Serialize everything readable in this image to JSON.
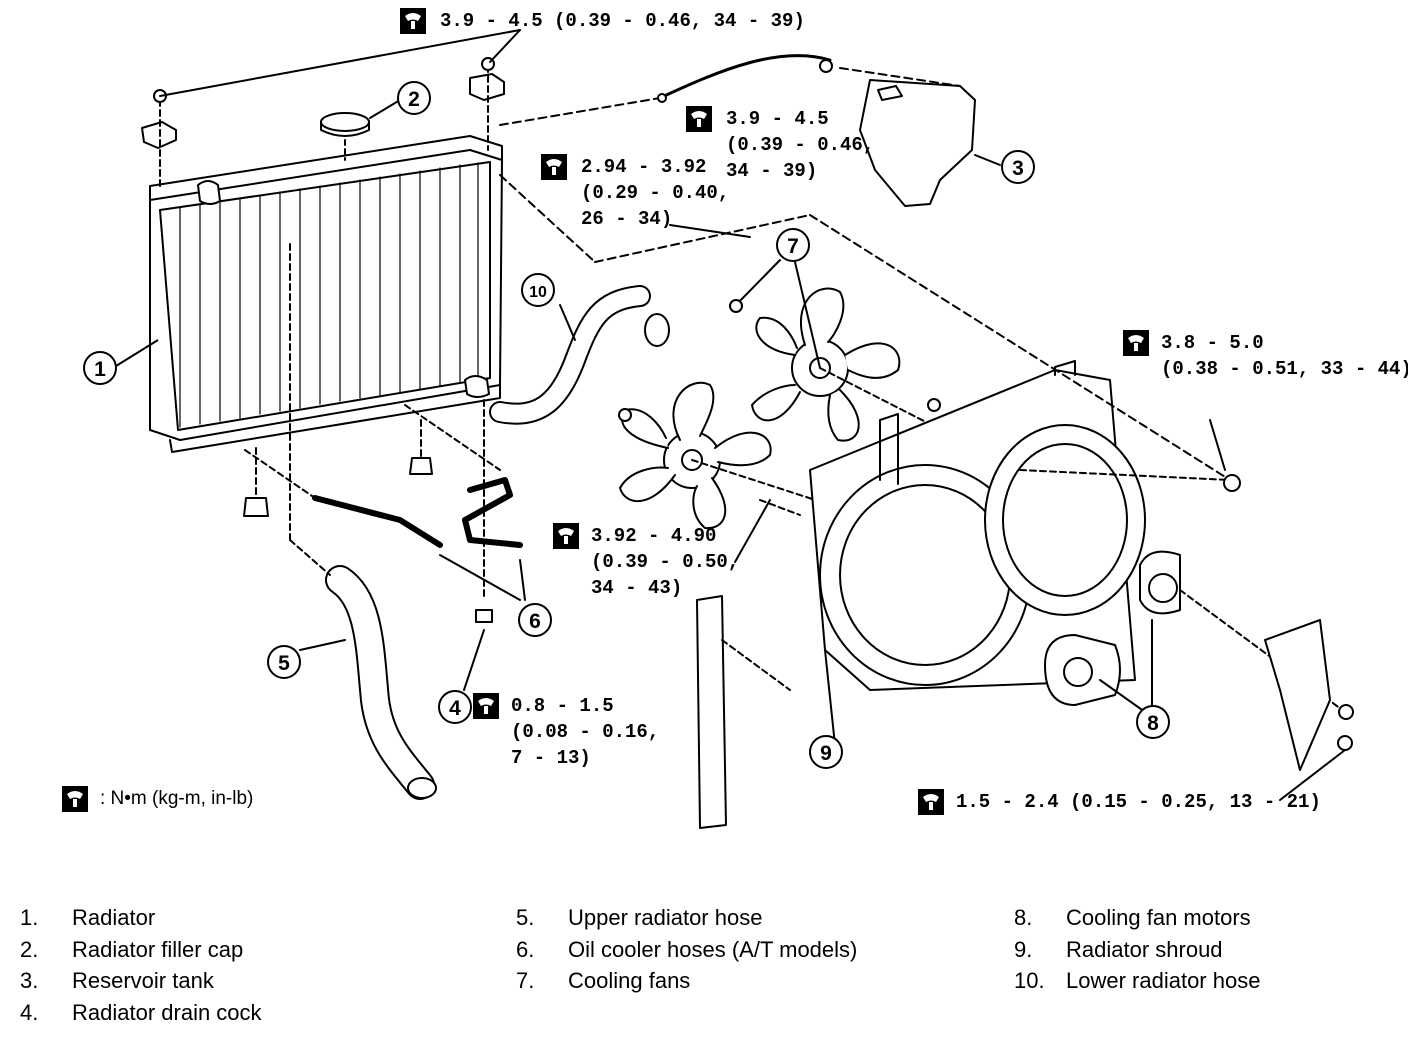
{
  "torque_specs": [
    {
      "id": "t1",
      "lines": [
        "3.9 - 4.5 (0.39 - 0.46, 34 - 39)"
      ]
    },
    {
      "id": "t2",
      "lines": [
        "3.9 - 4.5",
        "(0.39 - 0.46,",
        "34 - 39)"
      ]
    },
    {
      "id": "t3",
      "lines": [
        "2.94 - 3.92",
        "(0.29 - 0.40,",
        "26 - 34)"
      ]
    },
    {
      "id": "t4",
      "lines": [
        "3.8 - 5.0",
        "(0.38 - 0.51, 33 - 44)"
      ]
    },
    {
      "id": "t5",
      "lines": [
        "3.92 - 4.90",
        "(0.39 - 0.50,",
        "34 - 43)"
      ]
    },
    {
      "id": "t6",
      "lines": [
        "0.8 - 1.5",
        "(0.08 - 0.16,",
        "7 - 13)"
      ]
    },
    {
      "id": "t7",
      "lines": [
        "1.5 - 2.4 (0.15 - 0.25, 13 - 21)"
      ]
    }
  ],
  "units_note": ": N•m (kg-m, in-lb)",
  "callouts": [
    "1",
    "2",
    "3",
    "4",
    "5",
    "6",
    "7",
    "8",
    "9",
    "10"
  ],
  "legend": [
    [
      {
        "num": "1.",
        "label": "Radiator"
      },
      {
        "num": "2.",
        "label": "Radiator filler cap"
      },
      {
        "num": "3.",
        "label": "Reservoir tank"
      },
      {
        "num": "4.",
        "label": "Radiator drain cock"
      }
    ],
    [
      {
        "num": "5.",
        "label": "Upper radiator hose"
      },
      {
        "num": "6.",
        "label": "Oil cooler hoses (A/T models)"
      },
      {
        "num": "7.",
        "label": "Cooling fans"
      }
    ],
    [
      {
        "num": "8.",
        "label": "Cooling fan motors"
      },
      {
        "num": "9.",
        "label": "Radiator shroud"
      },
      {
        "num": "10.",
        "label": "Lower radiator hose"
      }
    ]
  ],
  "icon": "torque-wrench-icon"
}
